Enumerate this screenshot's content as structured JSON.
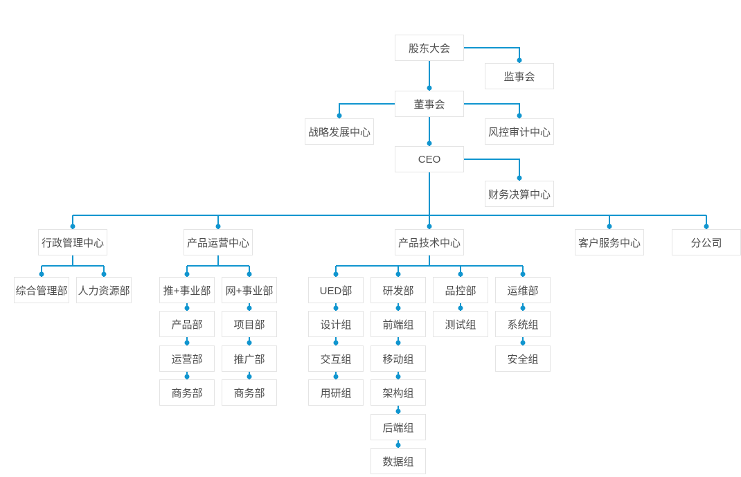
{
  "colors": {
    "line": "#1095cf",
    "dot": "#1095cf",
    "box_border": "#e4e4e4",
    "box_background": "#ffffff",
    "text": "#4d4d4d",
    "page_background": "#ffffff"
  },
  "nodes": {
    "shareholders_meeting": {
      "label": "股东大会"
    },
    "supervisory_board": {
      "label": "监事会"
    },
    "board_of_directors": {
      "label": "董事会"
    },
    "strategy_development_center": {
      "label": "战略发展中心"
    },
    "risk_audit_center": {
      "label": "风控审计中心"
    },
    "ceo": {
      "label": "CEO"
    },
    "financial_settlement_center": {
      "label": "财务决算中心"
    },
    "admin_management_center": {
      "label": "行政管理中心"
    },
    "product_operation_center": {
      "label": "产品运营中心"
    },
    "product_technology_center": {
      "label": "产品技术中心"
    },
    "customer_service_center": {
      "label": "客户服务中心"
    },
    "branch_company": {
      "label": "分公司"
    },
    "general_management_dept": {
      "label": "综合管理部"
    },
    "hr_dept": {
      "label": "人力资源部"
    },
    "tui_plus_division": {
      "label": "推+事业部"
    },
    "net_plus_division": {
      "label": "网+事业部"
    },
    "product_dept": {
      "label": "产品部"
    },
    "operation_dept": {
      "label": "运营部"
    },
    "business_dept_1": {
      "label": "商务部"
    },
    "project_dept": {
      "label": "项目部"
    },
    "promotion_dept": {
      "label": "推广部"
    },
    "business_dept_2": {
      "label": "商务部"
    },
    "ued_dept": {
      "label": "UED部"
    },
    "rd_dept": {
      "label": "研发部"
    },
    "qc_dept": {
      "label": "品控部"
    },
    "ops_dept": {
      "label": "运维部"
    },
    "design_group": {
      "label": "设计组"
    },
    "interaction_group": {
      "label": "交互组"
    },
    "user_research_group": {
      "label": "用研组"
    },
    "frontend_group": {
      "label": "前端组"
    },
    "mobile_group": {
      "label": "移动组"
    },
    "architecture_group": {
      "label": "架构组"
    },
    "backend_group": {
      "label": "后端组"
    },
    "data_group": {
      "label": "数据组"
    },
    "testing_group": {
      "label": "测试组"
    },
    "system_group": {
      "label": "系统组"
    },
    "security_group": {
      "label": "安全组"
    }
  },
  "edges": [
    [
      "shareholders_meeting",
      "supervisory_board"
    ],
    [
      "shareholders_meeting",
      "board_of_directors"
    ],
    [
      "board_of_directors",
      "strategy_development_center"
    ],
    [
      "board_of_directors",
      "risk_audit_center"
    ],
    [
      "board_of_directors",
      "ceo"
    ],
    [
      "ceo",
      "financial_settlement_center"
    ],
    [
      "ceo",
      "admin_management_center"
    ],
    [
      "ceo",
      "product_operation_center"
    ],
    [
      "ceo",
      "product_technology_center"
    ],
    [
      "ceo",
      "customer_service_center"
    ],
    [
      "ceo",
      "branch_company"
    ],
    [
      "admin_management_center",
      "general_management_dept"
    ],
    [
      "admin_management_center",
      "hr_dept"
    ],
    [
      "product_operation_center",
      "tui_plus_division"
    ],
    [
      "product_operation_center",
      "net_plus_division"
    ],
    [
      "tui_plus_division",
      "product_dept"
    ],
    [
      "product_dept",
      "operation_dept"
    ],
    [
      "operation_dept",
      "business_dept_1"
    ],
    [
      "net_plus_division",
      "project_dept"
    ],
    [
      "project_dept",
      "promotion_dept"
    ],
    [
      "promotion_dept",
      "business_dept_2"
    ],
    [
      "product_technology_center",
      "ued_dept"
    ],
    [
      "product_technology_center",
      "rd_dept"
    ],
    [
      "product_technology_center",
      "qc_dept"
    ],
    [
      "product_technology_center",
      "ops_dept"
    ],
    [
      "ued_dept",
      "design_group"
    ],
    [
      "design_group",
      "interaction_group"
    ],
    [
      "interaction_group",
      "user_research_group"
    ],
    [
      "rd_dept",
      "frontend_group"
    ],
    [
      "frontend_group",
      "mobile_group"
    ],
    [
      "mobile_group",
      "architecture_group"
    ],
    [
      "architecture_group",
      "backend_group"
    ],
    [
      "backend_group",
      "data_group"
    ],
    [
      "qc_dept",
      "testing_group"
    ],
    [
      "ops_dept",
      "system_group"
    ],
    [
      "system_group",
      "security_group"
    ]
  ]
}
